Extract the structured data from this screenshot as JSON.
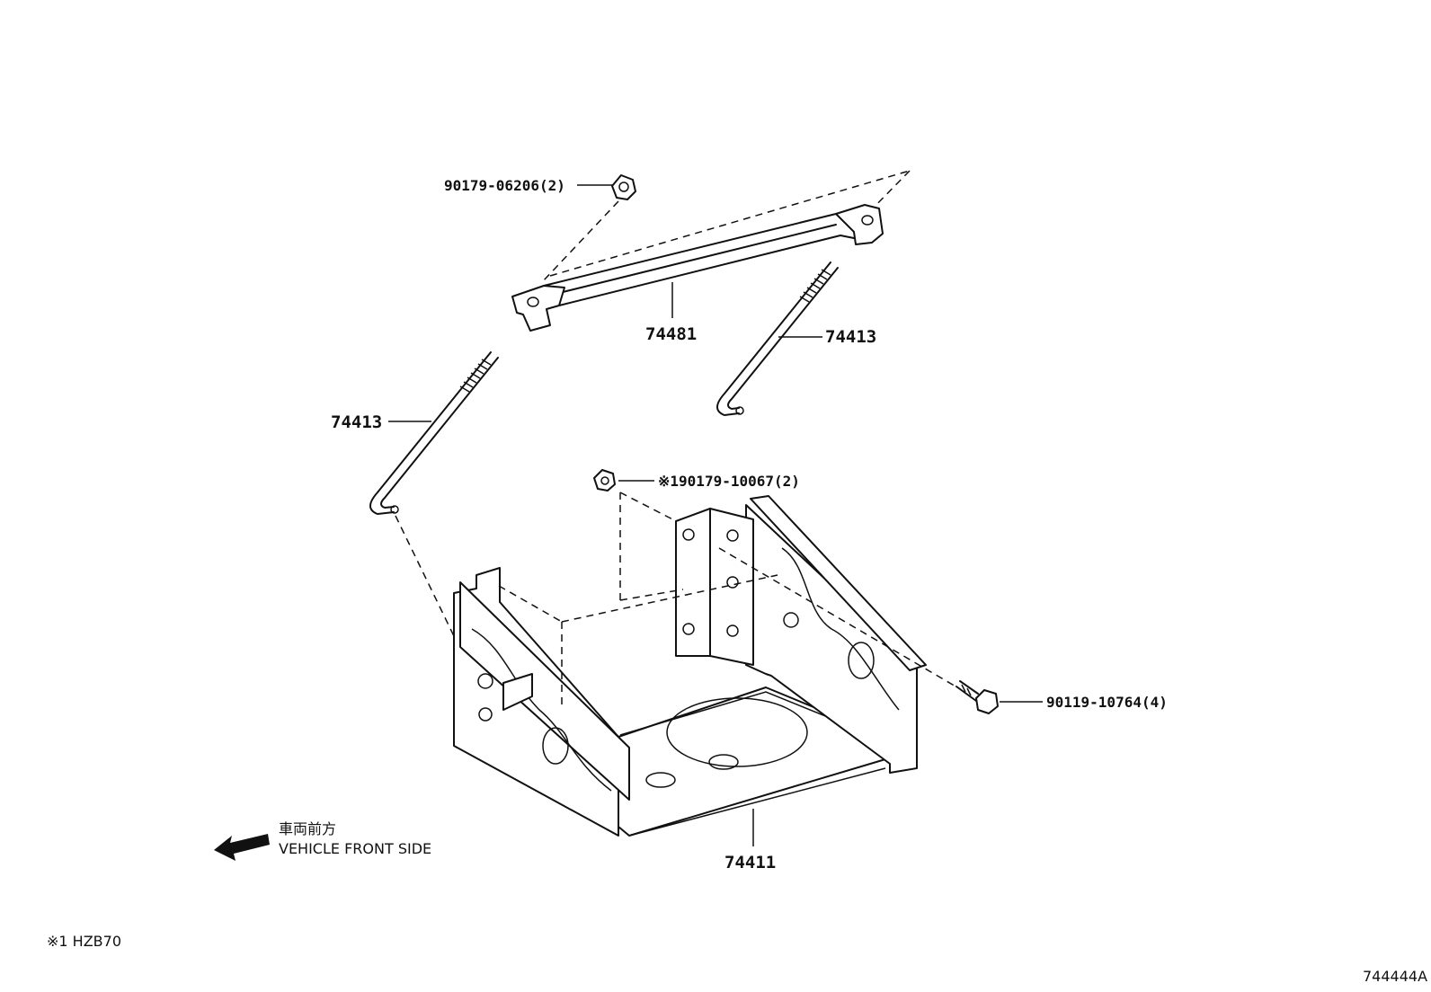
{
  "labels": {
    "nut_top": "90179-06206(2)",
    "clamp": "74481",
    "rod_right": "74413",
    "rod_left": "74413",
    "nut_mid": "※190179-10067(2)",
    "bolt": "90119-10764(4)",
    "tray": "74411"
  },
  "direction": {
    "japanese": "車両前方",
    "english": "VEHICLE FRONT SIDE"
  },
  "footnote": "※1 HZB70",
  "illustration_id": "744444A"
}
